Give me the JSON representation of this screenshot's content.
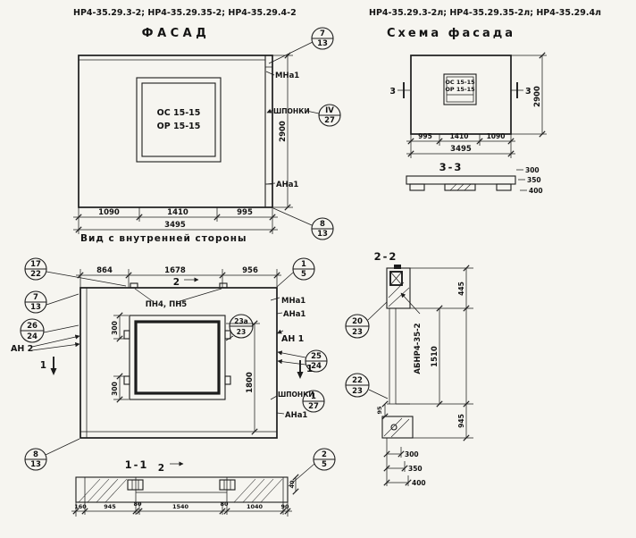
{
  "colors": {
    "paper": "#f6f5f0",
    "ink": "#1c1c1c"
  },
  "facade": {
    "header": "НР4-35.29.3-2; НР4-35.29.35-2; НР4-35.29.4-2",
    "title": "ФАСАД",
    "window_mark_1": "ОС 15-15",
    "window_mark_2": "ОР 15-15",
    "label_mna1": "МНа1",
    "label_shponki": "ШПОНКИ",
    "label_ana1": "АНа1",
    "callout_top": {
      "num": "7",
      "den": "13"
    },
    "callout_shponki": {
      "num": "IV",
      "den": "27"
    },
    "callout_bottom": {
      "num": "8",
      "den": "13"
    },
    "dim_seg_1": "1090",
    "dim_seg_2": "1410",
    "dim_seg_3": "995",
    "dim_total": "3495",
    "dim_height": "2900",
    "subtitle": "Вид с внутренней стороны"
  },
  "scheme": {
    "header": "НР4-35.29.3-2л; НР4-35.29.35-2л; НР4-35.29.4л",
    "title": "Схема фасада",
    "window_mark_1": "ОС 15-15",
    "window_mark_2": "ОР 15-15",
    "cut_mark_left": "3",
    "cut_mark_right": "3",
    "dim_seg_1": "995",
    "dim_seg_2": "1410",
    "dim_seg_3": "1090",
    "dim_total": "3495",
    "dim_height": "2900",
    "section_title": "3-3",
    "thickness_options": [
      "300",
      "350",
      "400"
    ]
  },
  "inner": {
    "dim_top_1": "864",
    "dim_top_2": "1678",
    "dim_top_3": "956",
    "callout_17_22": {
      "num": "17",
      "den": "22"
    },
    "callout_7_13": {
      "num": "7",
      "den": "13"
    },
    "callout_26_24": {
      "num": "26",
      "den": "24"
    },
    "callout_1_5": {
      "num": "1",
      "den": "5"
    },
    "callout_23a_23": {
      "num": "23а",
      "den": "23"
    },
    "callout_25_24": {
      "num": "25",
      "den": "24"
    },
    "callout_1_27": {
      "num": "1",
      "den": "27"
    },
    "callout_8_13": {
      "num": "8",
      "den": "13"
    },
    "callout_2_5": {
      "num": "2",
      "den": "5"
    },
    "label_an2": "АН 2",
    "label_an1": "АН 1",
    "label_pn": "ПН4, ПН5",
    "label_mna1": "МНа1",
    "label_ana1": "АНа1",
    "label_ana1_b": "АНа1",
    "label_shponki": "ШПОНКИ",
    "cut_mark_2": "2",
    "cut_mark_1": "1",
    "dim_300a": "300",
    "dim_300b": "300",
    "dim_1800": "1800",
    "section_title": "1-1",
    "dim_bottom": [
      "160",
      "945",
      "80",
      "1540",
      "80",
      "1040",
      "90"
    ],
    "dim_40": "40"
  },
  "section2": {
    "title": "2-2",
    "callout_20_23": {
      "num": "20",
      "den": "23"
    },
    "callout_22_23": {
      "num": "22",
      "den": "23"
    },
    "label_panel": "АБНР4-35-2",
    "dim_445": "445",
    "dim_1510": "1510",
    "dim_945": "945",
    "dim_95": "95",
    "thickness_options": [
      "300",
      "350",
      "400"
    ]
  }
}
